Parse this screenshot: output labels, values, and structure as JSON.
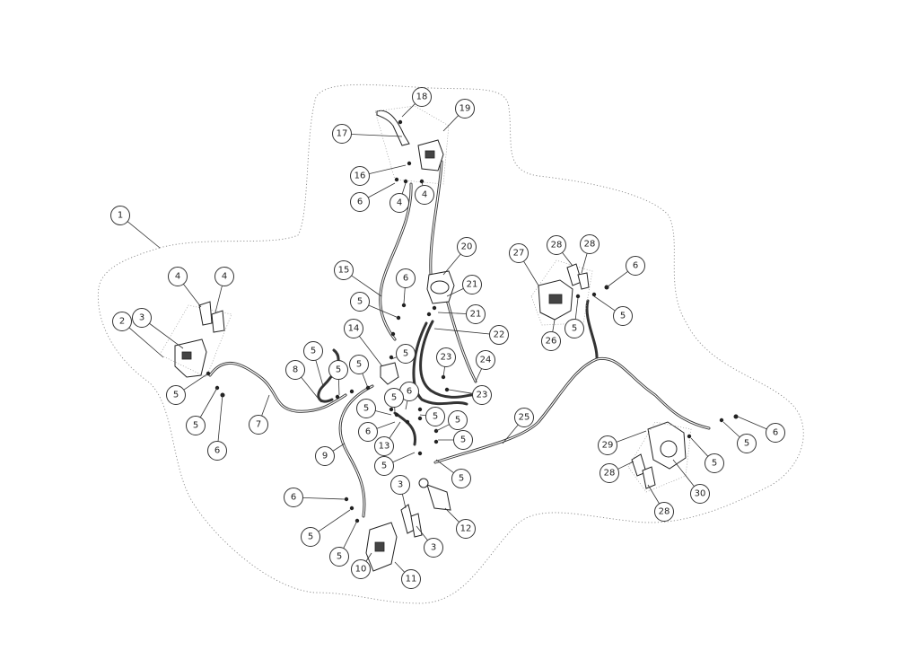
{
  "diagram": {
    "callouts": [
      {
        "label": "1"
      },
      {
        "label": "2"
      },
      {
        "label": "3"
      },
      {
        "label": "4"
      },
      {
        "label": "4"
      },
      {
        "label": "5"
      },
      {
        "label": "5"
      },
      {
        "label": "6"
      },
      {
        "label": "7"
      },
      {
        "label": "8"
      },
      {
        "label": "5"
      },
      {
        "label": "5"
      },
      {
        "label": "5"
      },
      {
        "label": "14"
      },
      {
        "label": "15"
      },
      {
        "label": "5"
      },
      {
        "label": "6"
      },
      {
        "label": "5"
      },
      {
        "label": "16"
      },
      {
        "label": "6"
      },
      {
        "label": "4"
      },
      {
        "label": "4"
      },
      {
        "label": "17"
      },
      {
        "label": "18"
      },
      {
        "label": "19"
      },
      {
        "label": "20"
      },
      {
        "label": "21"
      },
      {
        "label": "21"
      },
      {
        "label": "22"
      },
      {
        "label": "23"
      },
      {
        "label": "24"
      },
      {
        "label": "23"
      },
      {
        "label": "6"
      },
      {
        "label": "5"
      },
      {
        "label": "5"
      },
      {
        "label": "5"
      },
      {
        "label": "5"
      },
      {
        "label": "6"
      },
      {
        "label": "5"
      },
      {
        "label": "13"
      },
      {
        "label": "5"
      },
      {
        "label": "5"
      },
      {
        "label": "9"
      },
      {
        "label": "6"
      },
      {
        "label": "5"
      },
      {
        "label": "5"
      },
      {
        "label": "10"
      },
      {
        "label": "11"
      },
      {
        "label": "3"
      },
      {
        "label": "3"
      },
      {
        "label": "12"
      },
      {
        "label": "25"
      },
      {
        "label": "27"
      },
      {
        "label": "28"
      },
      {
        "label": "28"
      },
      {
        "label": "6"
      },
      {
        "label": "5"
      },
      {
        "label": "5"
      },
      {
        "label": "26"
      },
      {
        "label": "29"
      },
      {
        "label": "28"
      },
      {
        "label": "28"
      },
      {
        "label": "30"
      },
      {
        "label": "5"
      },
      {
        "label": "5"
      },
      {
        "label": "6"
      }
    ]
  }
}
